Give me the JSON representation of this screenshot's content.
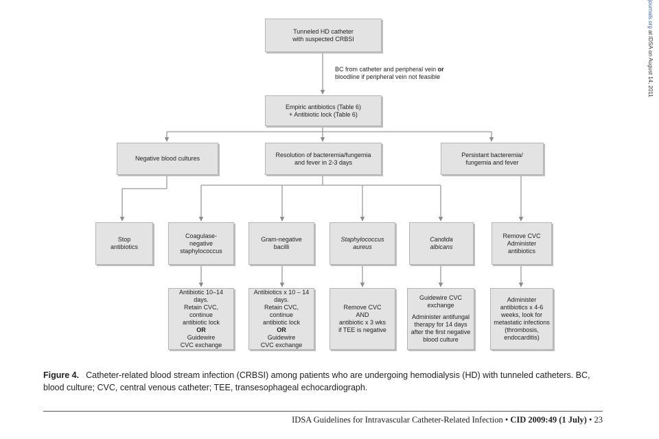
{
  "watermark": {
    "link": "journals.org",
    "rest": " at IDSA on August 14, 2011"
  },
  "side_note": {
    "part1": "BC from catheter and peripheral vein ",
    "bold": "or",
    "part2": "bloodline if peripheral vein not feasible"
  },
  "nodes": {
    "root": [
      "Tunneled HD catheter",
      "with suspected CRBSI"
    ],
    "empiric": [
      "Empiric antibiotics (Table 6)",
      "+ Antibiotic lock (Table 6)"
    ],
    "negative": [
      "Negative blood cultures"
    ],
    "resolution": [
      "Resolution of bacteremia/fungemia",
      "and fever in 2-3 days"
    ],
    "persistent": [
      "Persistant bacteremia/",
      "fungemia and fever"
    ],
    "stop": [
      "Stop",
      "antibiotics"
    ],
    "coag": [
      "Coagulase-",
      "negative",
      "staphylococcus"
    ],
    "gram": [
      "Gram-negative",
      "bacilli"
    ],
    "staph": [
      "Staphylococcus",
      "aureus"
    ],
    "candida": [
      "Candida",
      "albicans"
    ],
    "remove": [
      "Remove CVC",
      "Administer",
      "antibiotics"
    ],
    "coag_tx": [
      "Antibiotic 10–14 days.",
      "Retain CVC, continue",
      "antibiotic lock",
      "OR",
      "Guidewire",
      "CVC exchange"
    ],
    "gram_tx": [
      "Antibiotics x 10 – 14",
      "days.",
      "Retain CVC, continue",
      "antibiotic lock",
      "OR",
      "Guidewire",
      "CVC exchange"
    ],
    "staph_tx": [
      "Remove CVC",
      "AND",
      "antibiotic x 3 wks",
      "if TEE is negative"
    ],
    "candida_tx_a": [
      "Guidewire CVC",
      "exchange"
    ],
    "candida_tx_b": [
      "Administer antifungal",
      "therapy for 14 days",
      "after the first negative",
      "blood culture"
    ],
    "remove_tx": [
      "Administer",
      "antibiotics x 4-6",
      "weeks, look for",
      "metastatic infections",
      "(thrombosis,",
      "endocarditis)"
    ]
  },
  "caption": {
    "label": "Figure 4.",
    "text": "Catheter-related blood stream infection (CRBSI) among patients who are undergoing hemodialysis (HD) with tunneled catheters. BC, blood culture; CVC, central venous catheter; TEE, transesophageal echocardiograph."
  },
  "footer": {
    "prefix": "IDSA Guidelines for Intravascular Catheter-Related Infection • ",
    "journal": "CID 2009:49 (1 July)",
    "suffix": " • 23"
  }
}
